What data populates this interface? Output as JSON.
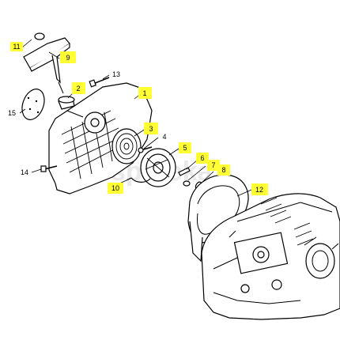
{
  "callouts": [
    {
      "id": "1",
      "text": "1",
      "highlighted": true
    },
    {
      "id": "2",
      "text": "2",
      "highlighted": true
    },
    {
      "id": "3",
      "text": "3",
      "highlighted": true
    },
    {
      "id": "4",
      "text": "4",
      "highlighted": false
    },
    {
      "id": "5",
      "text": "5",
      "highlighted": true
    },
    {
      "id": "6",
      "text": "6",
      "highlighted": true
    },
    {
      "id": "7",
      "text": "7",
      "highlighted": true
    },
    {
      "id": "8",
      "text": "8",
      "highlighted": true
    },
    {
      "id": "9",
      "text": "9",
      "highlighted": true
    },
    {
      "id": "10",
      "text": "10",
      "highlighted": true
    },
    {
      "id": "11",
      "text": "11",
      "highlighted": true
    },
    {
      "id": "12",
      "text": "12",
      "highlighted": true
    },
    {
      "id": "13",
      "text": "13",
      "highlighted": false
    },
    {
      "id": "14",
      "text": "14",
      "highlighted": false
    },
    {
      "id": "15",
      "text": "15",
      "highlighted": false
    }
  ],
  "watermark": "spareka",
  "colors": {
    "highlight": "#ffff33",
    "line": "#000000",
    "watermark": "#e9e9e9"
  }
}
